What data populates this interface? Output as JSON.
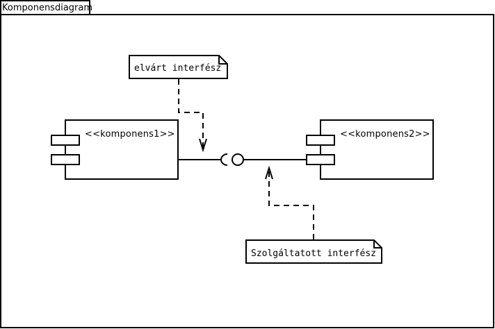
{
  "diagram": {
    "frame_title": "Komponensdiagram",
    "components": [
      {
        "label": "<<komponens1>>"
      },
      {
        "label": "<<komponens2>>"
      }
    ],
    "notes": [
      {
        "text": "elvárt interfész"
      },
      {
        "text": "Szolgáltatott interfész"
      }
    ]
  }
}
